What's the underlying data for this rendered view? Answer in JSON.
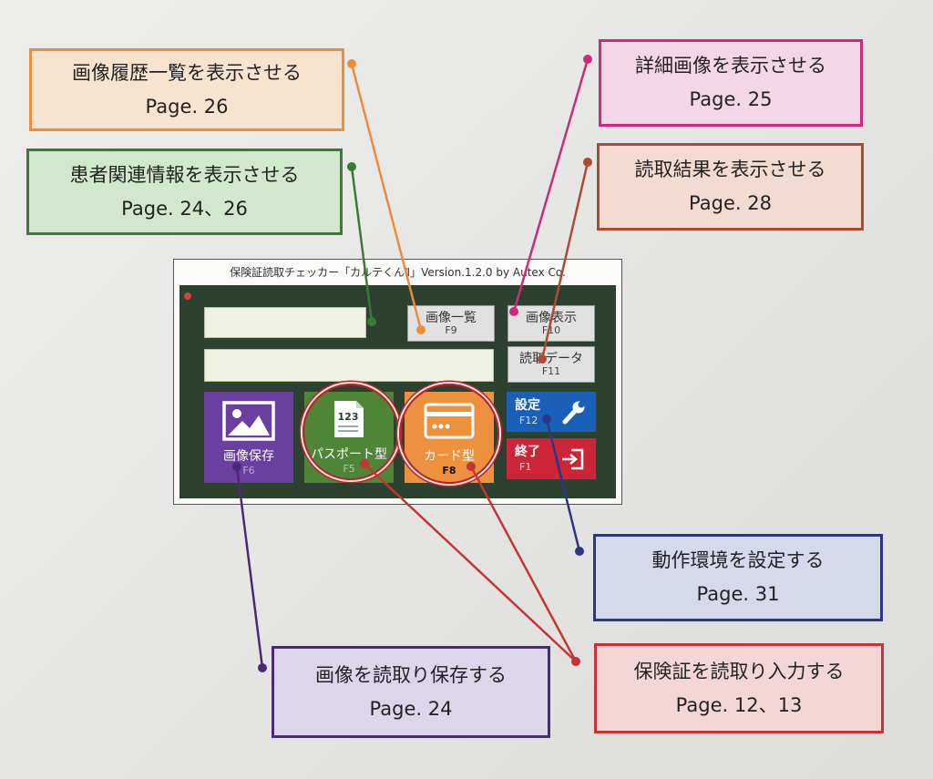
{
  "callouts": {
    "history": {
      "title": "画像履歴一覧を表示させる",
      "page": "Page. 26"
    },
    "patient": {
      "title": "患者関連情報を表示させる",
      "page": "Page. 24、26"
    },
    "detail": {
      "title": "詳細画像を表示させる",
      "page": "Page. 25"
    },
    "result": {
      "title": "読取結果を表示させる",
      "page": "Page. 28"
    },
    "settings": {
      "title": "動作環境を設定する",
      "page": "Page. 31"
    },
    "save": {
      "title": "画像を読取り保存する",
      "page": "Page. 24"
    },
    "insurance": {
      "title": "保険証を読取り入力する",
      "page": "Page. 12、13"
    }
  },
  "app": {
    "title": "保険証読取チェッカー「カルテくんⅡ」Version.1.2.0 by Autex Co.",
    "buttons": {
      "image_list": {
        "label": "画像一覧",
        "key": "F9"
      },
      "image_view": {
        "label": "画像表示",
        "key": "F10"
      },
      "read_data": {
        "label": "読取データ",
        "key": "F11"
      }
    },
    "tiles": {
      "save": {
        "label": "画像保存",
        "key": "F6"
      },
      "passport": {
        "label": "パスポート型",
        "key": "F5",
        "icon_text": "123"
      },
      "card": {
        "label": "カード型",
        "key": "F8"
      },
      "settings": {
        "label": "設定",
        "key": "F12"
      },
      "exit": {
        "label": "終了",
        "key": "F1"
      }
    }
  },
  "colors": {
    "history": "#ea8d3c",
    "patient": "#3d7a39",
    "detail": "#cc2a7c",
    "result": "#ad4a33",
    "settings": "#2c3685",
    "save": "#4a2a78",
    "insurance": "#c63434"
  }
}
